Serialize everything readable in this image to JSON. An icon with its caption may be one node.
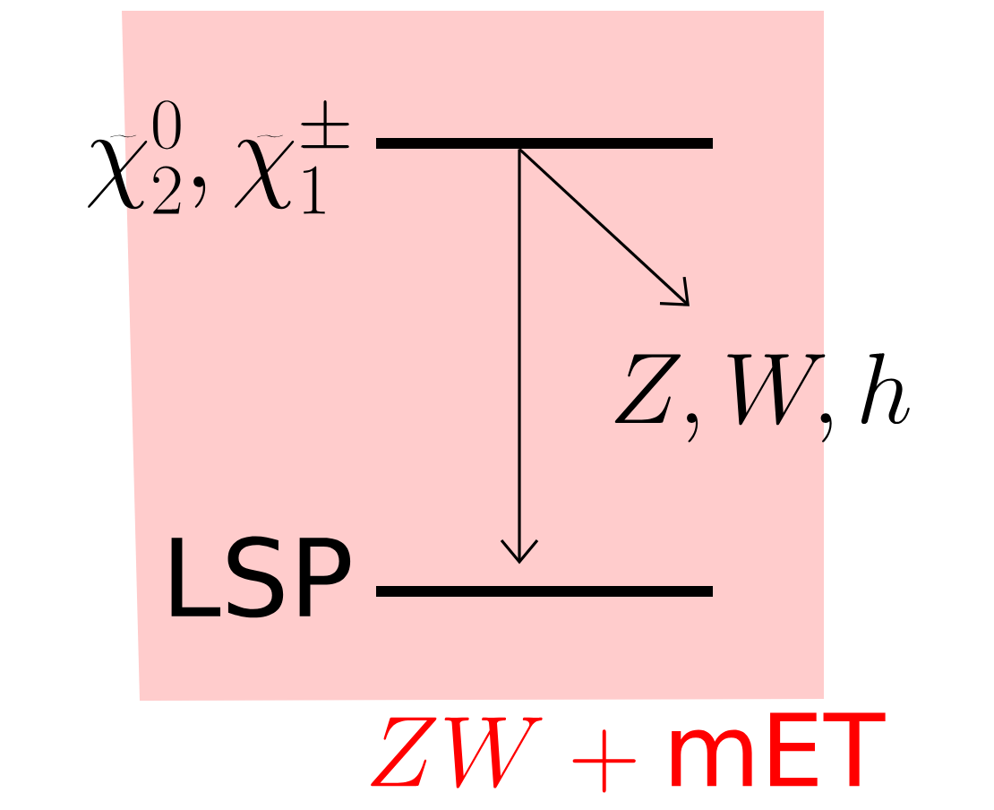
{
  "diagram": {
    "nodes": [
      {
        "text": [
          "\\widetilde{\\chi}_2^0, \\widetilde{\\chi}_1^{\\pm}"
        ]
      },
      {
        "text": [
          "LSP"
        ]
      },
      {
        "text": [
          "Z, W, h"
        ]
      }
    ],
    "edges": [
      {
        "from": 0,
        "to": 1,
        "arrow": "to"
      },
      {
        "from": 0,
        "to": 2,
        "arrow": "to"
      }
    ],
    "labels": [
      "ZW + \\mathrm{mET}"
    ]
  }
}
